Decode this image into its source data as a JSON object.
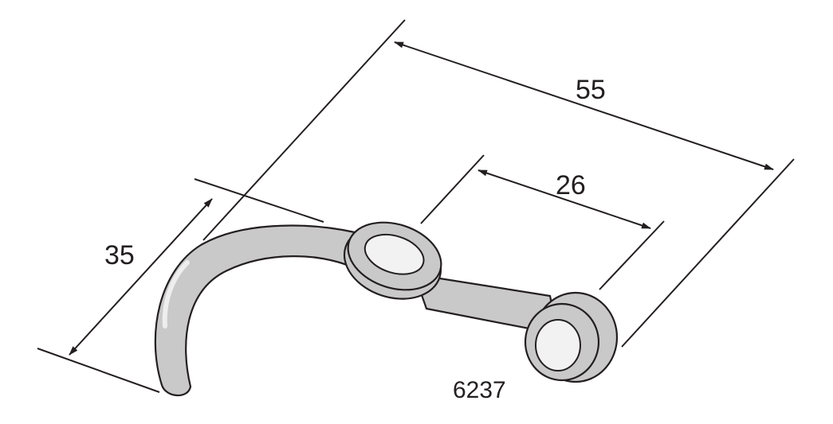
{
  "diagram": {
    "part_number": "6237",
    "dimensions": {
      "overall_length": "55",
      "eye_spacing": "26",
      "hook_width": "35"
    },
    "colors": {
      "part_fill": "#c9c9ca",
      "outline": "#231f20",
      "hole_fill": "#f2f2f2"
    }
  }
}
